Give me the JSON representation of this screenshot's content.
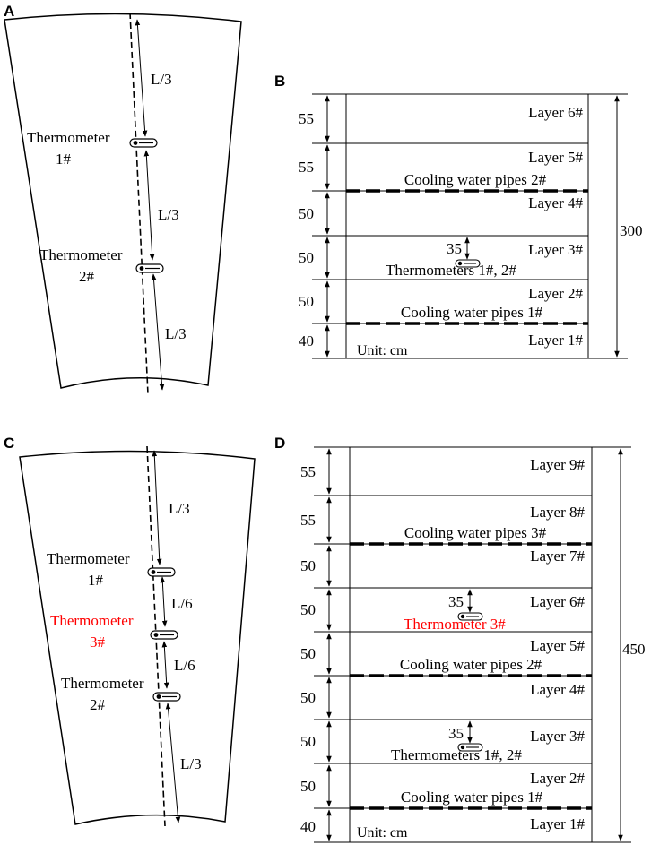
{
  "colors": {
    "ink": "#000000",
    "highlight": "#ff0000"
  },
  "panels": {
    "a": {
      "letter": "A",
      "segments": [
        "L/3",
        "L/3",
        "L/3"
      ],
      "thermometers": [
        {
          "label": "Thermometer",
          "id": "1#"
        },
        {
          "label": "Thermometer",
          "id": "2#"
        }
      ]
    },
    "b": {
      "letter": "B",
      "total": "300",
      "unit": "Unit: cm",
      "dims": [
        "55",
        "55",
        "50",
        "50",
        "50",
        "40"
      ],
      "layers": [
        "Layer 6#",
        "Layer 5#",
        "Layer 4#",
        "Layer 3#",
        "Layer 2#",
        "Layer 1#"
      ],
      "pipes": [
        "Cooling water pipes 2#",
        "Cooling water pipes 1#"
      ],
      "thermo_depth": "35",
      "thermo_label": "Thermometers 1#, 2#"
    },
    "c": {
      "letter": "C",
      "segments": [
        "L/3",
        "L/6",
        "L/6",
        "L/3"
      ],
      "thermometers": [
        {
          "label": "Thermometer",
          "id": "1#"
        },
        {
          "label": "Thermometer",
          "id": "3#"
        },
        {
          "label": "Thermometer",
          "id": "2#"
        }
      ]
    },
    "d": {
      "letter": "D",
      "total": "450",
      "unit": "Unit: cm",
      "dims": [
        "55",
        "55",
        "50",
        "50",
        "50",
        "50",
        "50",
        "50",
        "40"
      ],
      "layers": [
        "Layer 9#",
        "Layer 8#",
        "Layer 7#",
        "Layer 6#",
        "Layer 5#",
        "Layer 4#",
        "Layer 3#",
        "Layer 2#",
        "Layer 1#"
      ],
      "pipes": [
        "Cooling water pipes 3#",
        "Cooling water pipes 2#",
        "Cooling water pipes 1#"
      ],
      "thermo_depth_upper": "35",
      "thermo_label_upper": "Thermometer 3#",
      "thermo_depth_lower": "35",
      "thermo_label_lower": "Thermometers 1#, 2#"
    }
  }
}
